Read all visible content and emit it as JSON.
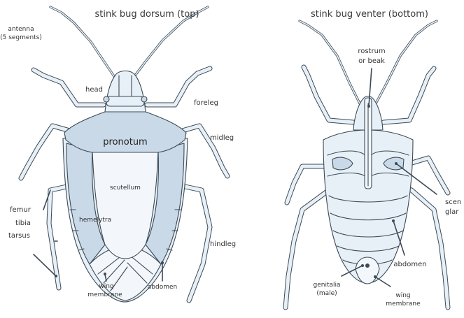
{
  "dorsal": {
    "title": "stink bug dorsum (top)",
    "labels": {
      "antenna_line1": "antenna",
      "antenna_line2": "(5 segments)",
      "head": "head",
      "foreleg": "foreleg",
      "pronotum": "pronotum",
      "midleg": "midleg",
      "scutellum": "scutellum",
      "hemelytra": "hemelytra",
      "femur": "femur",
      "tibia": "tibia",
      "tarsus": "tarsus",
      "hindleg": "hindleg",
      "wing_membrane_line1": "wing",
      "wing_membrane_line2": "membrane",
      "abdomen": "abdomen"
    }
  },
  "ventral": {
    "title": "stink bug venter (bottom)",
    "labels": {
      "rostrum_line1": "rostrum",
      "rostrum_line2": "or beak",
      "scent_line1": "scen",
      "scent_line2": "glar",
      "abdomen": "abdomen",
      "genitalia_line1": "genitalia",
      "genitalia_line2": "(male)",
      "wing_membrane_line1": "wing",
      "wing_membrane_line2": "membrane"
    }
  },
  "colors": {
    "outline": "#3c4a57",
    "body_fill": "#e8f0f7",
    "shield_fill": "#c9d9e8"
  }
}
